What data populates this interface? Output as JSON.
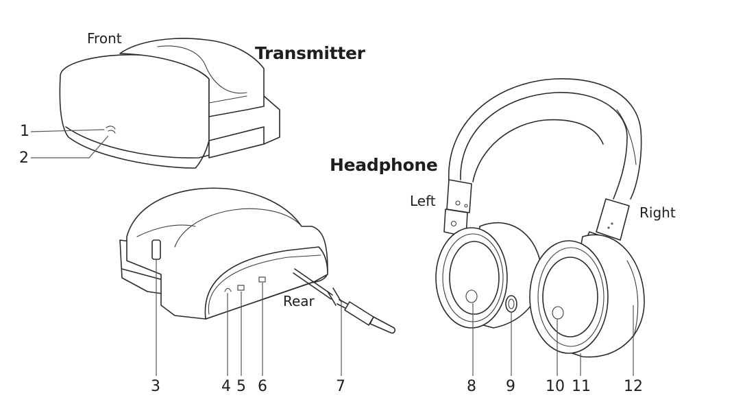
{
  "titles": {
    "transmitter": "Transmitter",
    "headphone": "Headphone"
  },
  "side_labels": {
    "front": "Front",
    "rear": "Rear",
    "left": "Left",
    "right": "Right"
  },
  "callouts": [
    {
      "id": 1,
      "label": "1"
    },
    {
      "id": 2,
      "label": "2"
    },
    {
      "id": 3,
      "label": "3"
    },
    {
      "id": 4,
      "label": "4"
    },
    {
      "id": 5,
      "label": "5"
    },
    {
      "id": 6,
      "label": "6"
    },
    {
      "id": 7,
      "label": "7"
    },
    {
      "id": 8,
      "label": "8"
    },
    {
      "id": 9,
      "label": "9"
    },
    {
      "id": 10,
      "label": "10"
    },
    {
      "id": 11,
      "label": "11"
    },
    {
      "id": 12,
      "label": "12"
    }
  ]
}
